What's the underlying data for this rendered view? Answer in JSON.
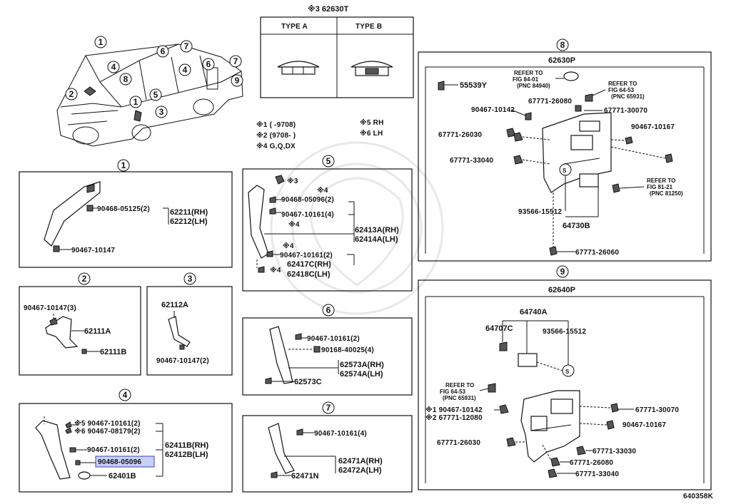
{
  "diagram_id": "640358K",
  "clip_header": {
    "title": "※3 62630T",
    "type_a": "TYPE A",
    "type_b": "TYPE B"
  },
  "notes": {
    "n1": "※1 (     -9708)",
    "n2": "※2 (9708-     )",
    "n4": "※4 G,Q,DX",
    "n5": "※5 RH",
    "n6": "※6 LH"
  },
  "callouts": {
    "c1": "1",
    "c2": "2",
    "c3": "3",
    "c4": "4",
    "c5": "5",
    "c6": "6",
    "c7": "7",
    "c8": "8",
    "c9": "9"
  },
  "group1": {
    "p1": "90468-05125(2)",
    "p2": "62211(RH)",
    "p3": "62212(LH)",
    "p4": "90467-10147"
  },
  "group2": {
    "p1": "90467-10147(3)",
    "p2": "62111A",
    "p3": "62111B"
  },
  "group3": {
    "p1": "62112A",
    "p2": "90467-10147(2)"
  },
  "group4": {
    "p1": "※5 90467-10161(2)",
    "p2": "※6 90467-08179(2)",
    "p3": "90467-10161(2)",
    "p4": "62411B(RH)",
    "p5": "62412B(LH)",
    "p6": "90468-05096",
    "p7": "62401B"
  },
  "group5": {
    "p0": "※3",
    "p0b": "※4",
    "p1": "90468-05096(2)",
    "p2": "90467-10161(4)",
    "p3": "※4",
    "p4": "62413A(RH)",
    "p5": "62414A(LH)",
    "p6": "※4",
    "p7": "90467-10161(2)",
    "p8": "※4",
    "p9": "62417C(RH)",
    "p10": "62418C(LH)"
  },
  "group6": {
    "p1": "90467-10161(2)",
    "p2": "90168-40025(4)",
    "p3": "62573A(RH)",
    "p4": "62574A(LH)",
    "p5": "62573C"
  },
  "group7": {
    "p1": "90467-10161(4)",
    "p2": "62471A(RH)",
    "p3": "62472A(LH)",
    "p4": "62471N"
  },
  "group8": {
    "title": "62630P",
    "p1": "55539Y",
    "ref1a": "REFER TO",
    "ref1b": "FIG 84-01",
    "ref1c": "(PNC 84940)",
    "ref2a": "REFER TO",
    "ref2b": "FIG 64-53",
    "ref2c": "(PNC 65931)",
    "p2": "67771-26080",
    "p3": "90467-10142",
    "p4": "67771-30070",
    "p5": "67771-26030",
    "p6": "90467-10167",
    "p7": "67771-33040",
    "ref3a": "REFER TO",
    "ref3b": "FIG 81-21",
    "ref3c": "(PNC 81250)",
    "p8": "93566-15512",
    "p9": "64730B",
    "p10": "67771-26060"
  },
  "group9": {
    "title": "62640P",
    "p1": "64740A",
    "p2": "64707C",
    "p3": "93566-15512",
    "ref1a": "REFER TO",
    "ref1b": "FIG 64-53",
    "ref1c": "(PNC 65931)",
    "p4": "※1 90467-10142",
    "p5": "※2 67771-12080",
    "p6": "67771-30070",
    "p7": "90467-10167",
    "p8": "67771-26030",
    "p9": "67771-33030",
    "p10": "67771-26080",
    "p11": "67771-33040"
  }
}
